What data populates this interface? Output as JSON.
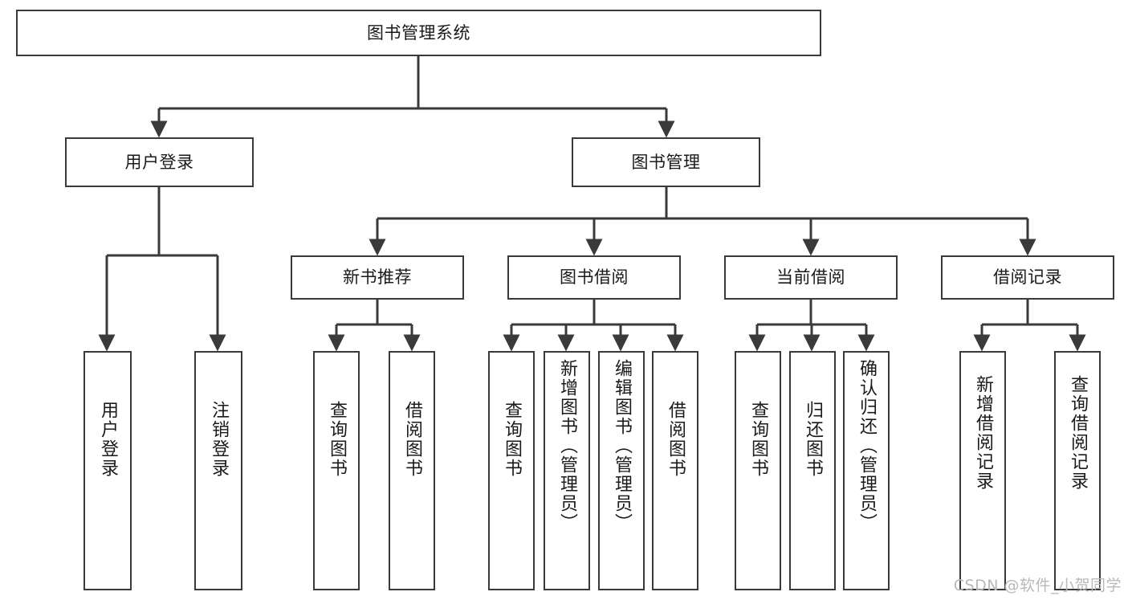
{
  "diagram": {
    "title": "图书管理系统",
    "watermark": "CSDN @软件_小贺同学",
    "colors": {
      "box_border": "#3a3a3a",
      "box_fill": "#ffffff",
      "edge": "#3a3a3a",
      "text": "#1a1a1a",
      "watermark": "#b9b9b9",
      "background": "#ffffff"
    },
    "nodes": {
      "root": {
        "label": "图书管理系统"
      },
      "level1": [
        {
          "id": "user-login",
          "label": "用户登录"
        },
        {
          "id": "book-manage",
          "label": "图书管理"
        }
      ],
      "level2": [
        {
          "id": "new-book-recommend",
          "label": "新书推荐"
        },
        {
          "id": "book-borrow",
          "label": "图书借阅"
        },
        {
          "id": "current-borrow",
          "label": "当前借阅"
        },
        {
          "id": "borrow-record",
          "label": "借阅记录"
        }
      ],
      "leaves": {
        "user_login": [
          {
            "id": "leaf-user-login",
            "label": "用户登录"
          },
          {
            "id": "leaf-user-logout",
            "label": "注销登录"
          }
        ],
        "new_book_recommend": [
          {
            "id": "leaf-query-book-1",
            "label": "查询图书"
          },
          {
            "id": "leaf-borrow-book-1",
            "label": "借阅图书"
          }
        ],
        "book_borrow": [
          {
            "id": "leaf-query-book-2",
            "label": "查询图书"
          },
          {
            "id": "leaf-add-book",
            "label": "新增图书（管理员）"
          },
          {
            "id": "leaf-edit-book",
            "label": "编辑图书（管理员）"
          },
          {
            "id": "leaf-borrow-book-2",
            "label": "借阅图书"
          }
        ],
        "current_borrow": [
          {
            "id": "leaf-query-book-3",
            "label": "查询图书"
          },
          {
            "id": "leaf-return-book",
            "label": "归还图书"
          },
          {
            "id": "leaf-confirm-return",
            "label": "确认归还（管理员）"
          }
        ],
        "borrow_record": [
          {
            "id": "leaf-add-record",
            "label": "新增借阅记录"
          },
          {
            "id": "leaf-query-record",
            "label": "查询借阅记录"
          }
        ]
      }
    }
  }
}
